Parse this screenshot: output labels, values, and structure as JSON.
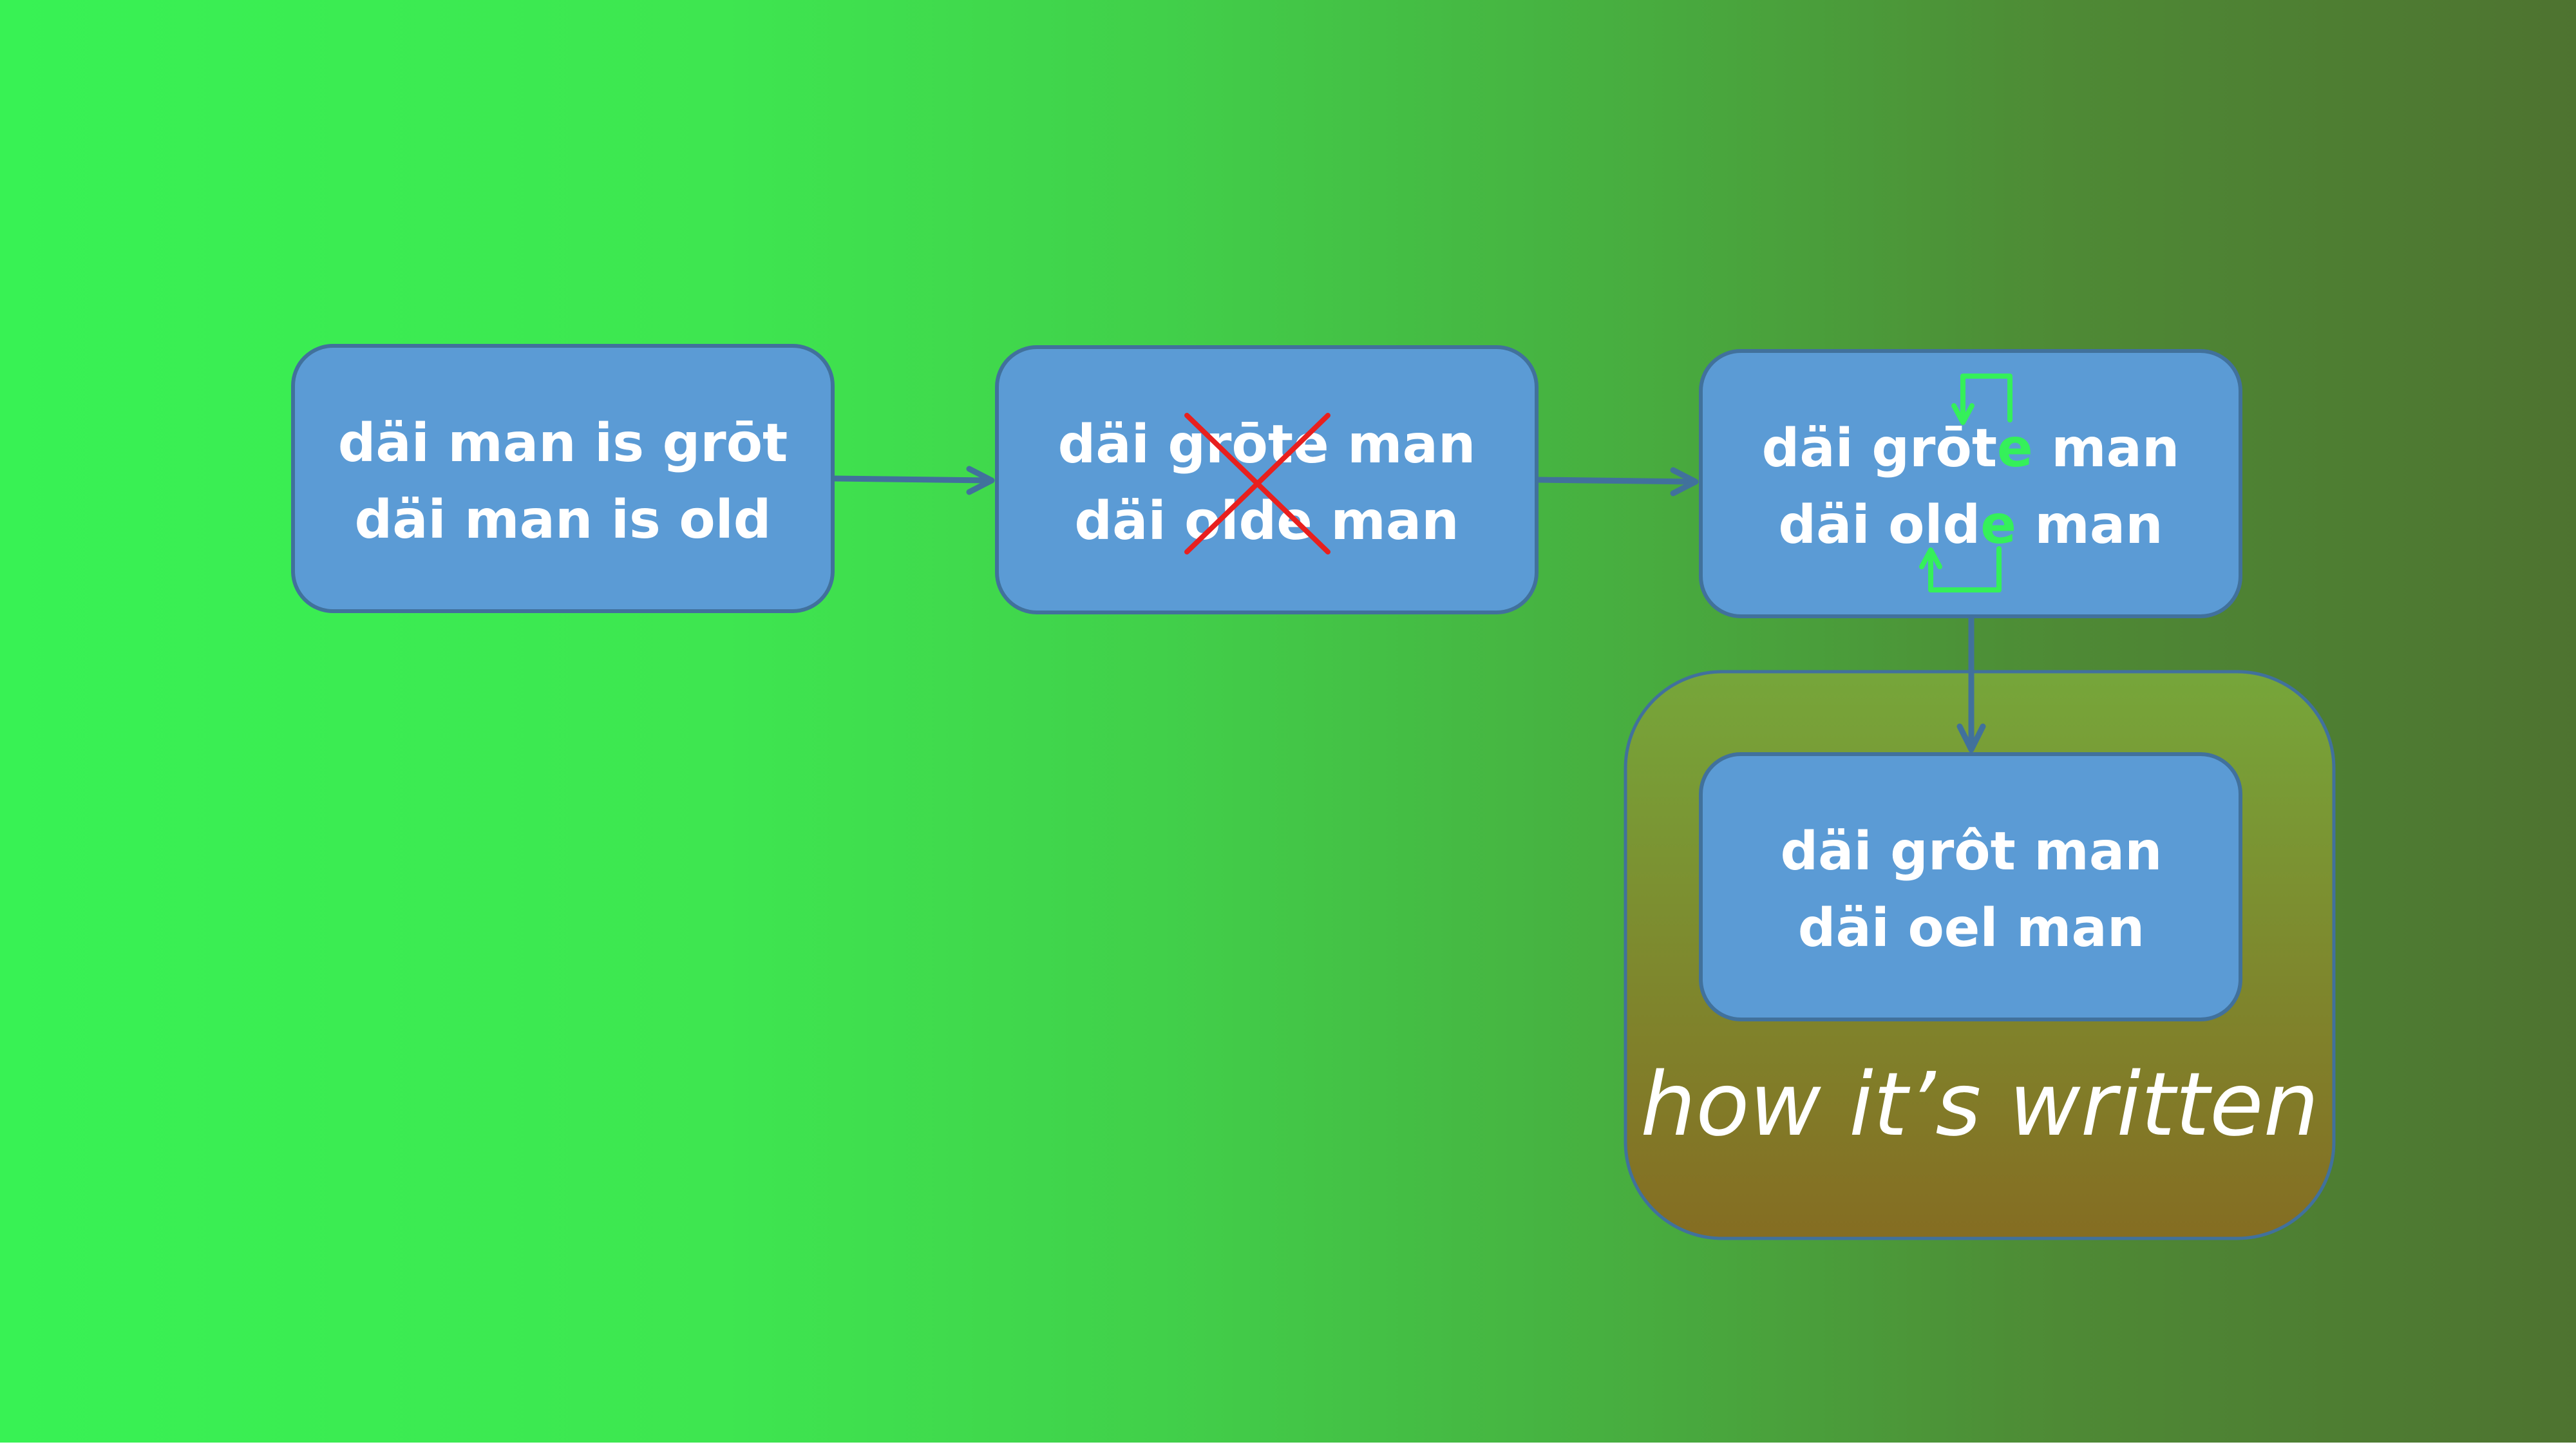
{
  "colors": {
    "box_fill": "#5b9bd5",
    "box_stroke": "#41719c",
    "arrow": "#41719c",
    "highlight": "#35f05a",
    "cross": "#e8201e",
    "panel_top": "#76a63a",
    "panel_bottom": "#856d22"
  },
  "boxes": {
    "source": {
      "line1": "däi man is grōt",
      "line2": "däi man is old"
    },
    "crossed": {
      "line1": "däi grōte man",
      "line2": "däi olde man"
    },
    "spoken": {
      "line1_before": "däi grōt",
      "line1_highlight": "e",
      "line1_after": " man",
      "line2_before": "däi old",
      "line2_highlight": "e",
      "line2_after": " man"
    },
    "written": {
      "line1": "däi grôt man",
      "line2": "däi oel man"
    }
  },
  "panel": {
    "caption": "how it’s written"
  },
  "icons": {
    "crossout": "cross-icon",
    "return_arrow": "loop-arrow-icon"
  }
}
